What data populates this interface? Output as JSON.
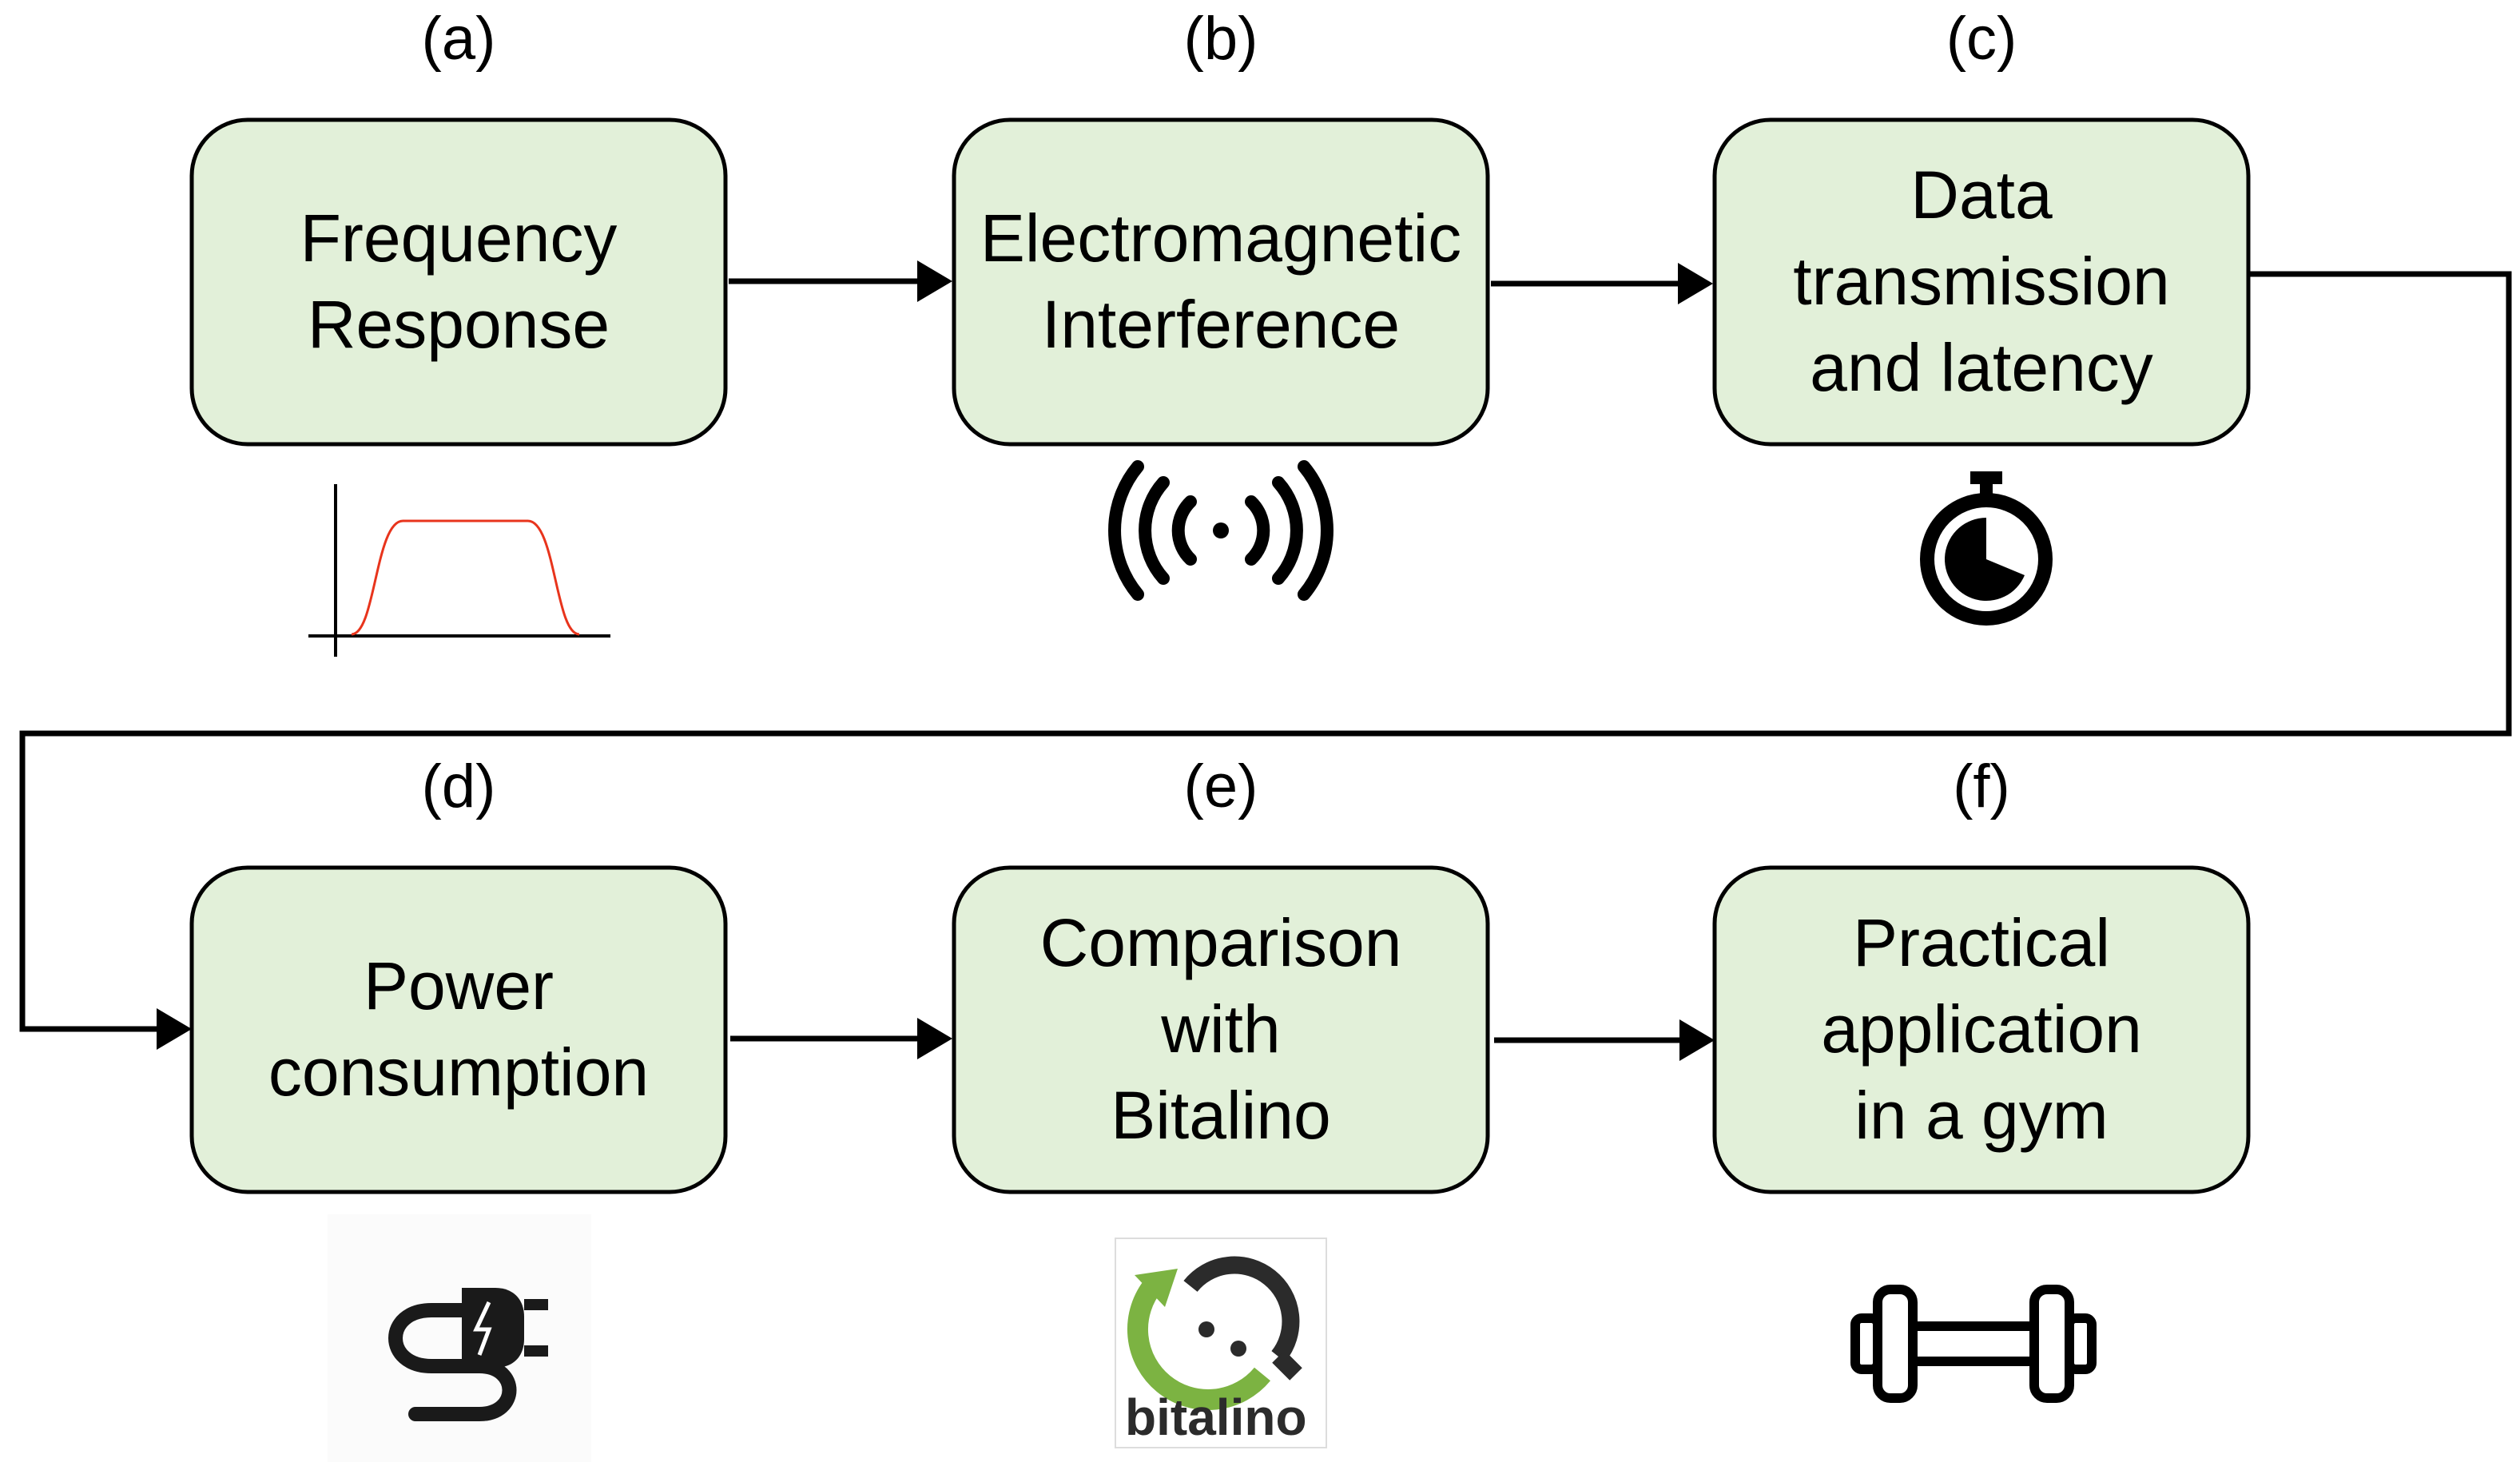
{
  "steps": [
    {
      "letter": "(a)",
      "lines": [
        "Frequency",
        "Response"
      ],
      "icon": "frequency-response-plot-icon"
    },
    {
      "letter": "(b)",
      "lines": [
        "Electromagnetic",
        "Interference"
      ],
      "icon": "wireless-signal-icon"
    },
    {
      "letter": "(c)",
      "lines": [
        "Data",
        "transmission",
        "and latency"
      ],
      "icon": "stopwatch-icon"
    },
    {
      "letter": "(d)",
      "lines": [
        "Power",
        "consumption"
      ],
      "icon": "power-plug-icon"
    },
    {
      "letter": "(e)",
      "lines": [
        "Comparison",
        "with",
        "Bitalino"
      ],
      "icon": "bitalino-logo"
    },
    {
      "letter": "(f)",
      "lines": [
        "Practical",
        "application",
        "in a gym"
      ],
      "icon": "dumbbell-icon"
    }
  ],
  "logo": {
    "bitalino_word": "bitalino"
  },
  "colors": {
    "box_fill": "#e2f0d9",
    "curve": "#e8341c",
    "logo_dark": "#2b2b2b",
    "logo_green": "#7cb342"
  }
}
